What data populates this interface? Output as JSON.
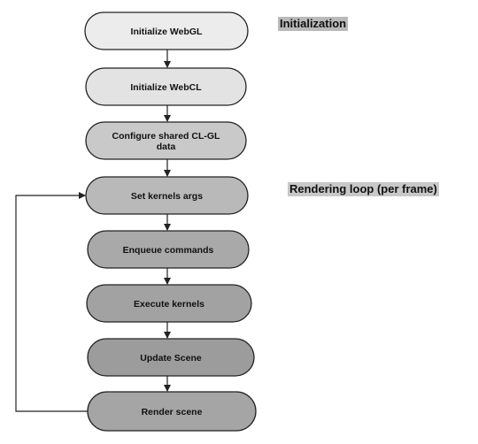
{
  "nodes": [
    {
      "lines": [
        "Initialize WebGL"
      ],
      "fill": "#ececec"
    },
    {
      "lines": [
        "Initialize WebCL"
      ],
      "fill": "#e3e3e3"
    },
    {
      "lines": [
        "Configure shared CL-GL",
        "data"
      ],
      "fill": "#c9c9c9"
    },
    {
      "lines": [
        "Set kernels args"
      ],
      "fill": "#b9b9b9"
    },
    {
      "lines": [
        "Enqueue commands"
      ],
      "fill": "#a9a9a9"
    },
    {
      "lines": [
        "Execute kernels"
      ],
      "fill": "#a2a2a2"
    },
    {
      "lines": [
        "Update Scene"
      ],
      "fill": "#9c9c9c"
    },
    {
      "lines": [
        "Render scene"
      ],
      "fill": "#a5a5a5"
    }
  ],
  "sections": {
    "initialization": "Initialization",
    "rendering_loop": "Rendering loop (per frame)"
  },
  "colors": {
    "stroke": "#222222",
    "text": "#111111"
  }
}
